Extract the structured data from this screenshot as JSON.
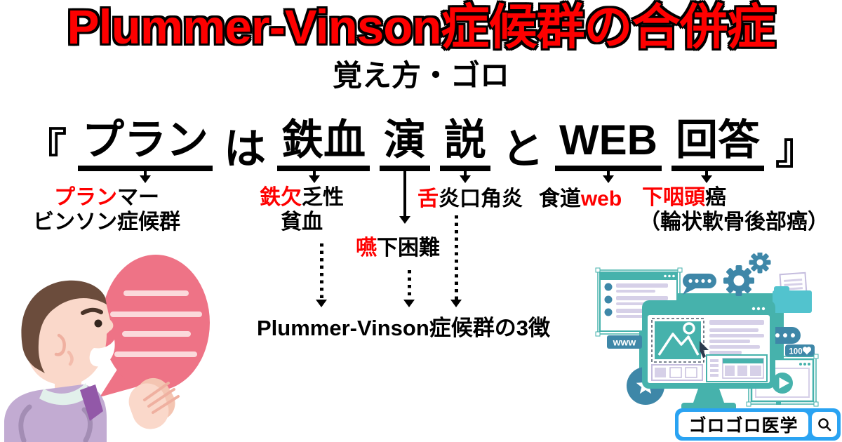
{
  "title": "Plummer-Vinson症候群の合併症",
  "subtitle": "覚え方・ゴロ",
  "mnemonic": {
    "open_bracket": "『",
    "close_bracket": "』",
    "plan": "プラン",
    "wa": "は",
    "tekketsu": "鉄血",
    "en": "演",
    "setsu": "説",
    "to": "と",
    "web": "WEB",
    "kaitou": "回答"
  },
  "annotations": {
    "plummer_vinson": {
      "highlight": "プラン",
      "rest": "マー",
      "line2": "ビンソン症候群"
    },
    "iron_deficiency": {
      "highlight": "鉄欠",
      "rest": "乏性",
      "line2": "貧血"
    },
    "glossitis": {
      "highlight": "舌",
      "rest": "炎口角炎"
    },
    "dysphagia": {
      "highlight": "嚥",
      "rest": "下困難"
    },
    "esophageal_web": {
      "prefix": "食道",
      "highlight": "web"
    },
    "hypopharyngeal_cancer": {
      "highlight": "下咽頭",
      "rest": "癌",
      "note": "（輪状軟骨後部癌）"
    }
  },
  "triad_label": "Plummer-Vinson症候群の3徴",
  "right_illustration": {
    "www_label": "www",
    "likes_count": "100"
  },
  "search_bar": {
    "text": "ゴロゴロ医学"
  },
  "icons": {
    "search": "magnifier",
    "heart": "heart",
    "play": "play-triangle",
    "gear": "gear",
    "star": "star",
    "cursor": "arrow-pointer",
    "speech_dots": "chat-bubble-dots",
    "folder": "folder-document"
  },
  "colors": {
    "title_red": "#fe0000",
    "accent_red": "#fe0000",
    "text_black": "#000000",
    "bubble_pink": "#ee7386",
    "skin": "#fad8ca",
    "hair_brown": "#6b4c3c",
    "jacket_purple": "#c2abd2",
    "tie_purple": "#9258a8",
    "teal_dark": "#3e87a8",
    "teal_mid": "#46b2ac",
    "teal_light": "#52c3ce",
    "lavender": "#d6d0e8",
    "search_blue": "#2aa3f2"
  }
}
